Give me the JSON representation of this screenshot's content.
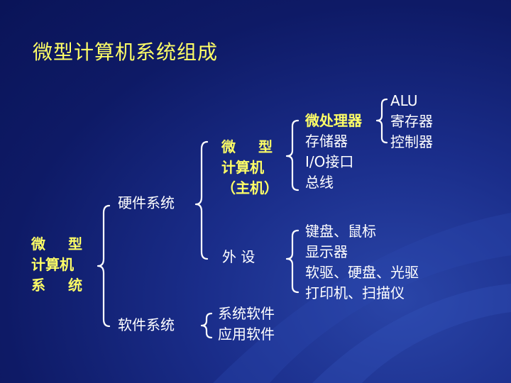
{
  "title": "微型计算机系统组成",
  "root": {
    "line1a": "微",
    "line1b": "型",
    "line2": "计算机",
    "line3a": "系",
    "line3b": "统"
  },
  "hardware": {
    "label": "硬件系统",
    "host": {
      "line1a": "微",
      "line1b": "型",
      "line2": "计算机",
      "line3": "（主机）"
    },
    "host_parts": [
      "微处理器",
      "存储器",
      "I/O接口",
      "总线"
    ],
    "cpu_parts": [
      "ALU",
      "寄存器",
      "控制器"
    ],
    "peripheral_label": "外 设",
    "peripherals": [
      "键盘、鼠标",
      "显示器",
      "软驱、硬盘、光驱",
      "打印机、扫描仪"
    ]
  },
  "software": {
    "label": "软件系统",
    "items": [
      "系统软件",
      "应用软件"
    ]
  },
  "colors": {
    "background": "#0e1a66",
    "title": "#ffff66",
    "highlight": "#ffff66",
    "text": "#ffffff"
  }
}
